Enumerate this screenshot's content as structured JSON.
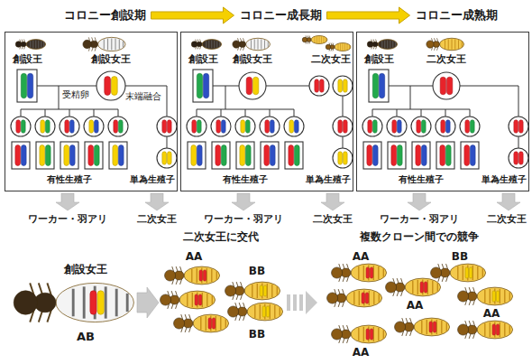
{
  "diagram": {
    "nodes": [
      {
        "text": [
          "コロニー創設期"
        ]
      },
      {
        "text": [
          "コロニー成長期"
        ]
      },
      {
        "text": [
          "コロニー成熟期"
        ]
      }
    ],
    "edges": [
      {
        "from": 0,
        "to": 1,
        "arrow": "to"
      },
      {
        "from": 1,
        "to": 2,
        "arrow": "to"
      }
    ],
    "labels": [
      "創設王",
      "創設女王",
      "受精卵",
      "末端融合",
      "有性生殖子",
      "単為生殖子",
      "ワーカー・羽アリ",
      "二次女王",
      "創設王",
      "創設女王",
      "二次女王",
      "有性生殖子",
      "単為生殖子",
      "ワーカー・羽アリ",
      "二次女王",
      "創設王",
      "二次女王",
      "有性生殖子",
      "単為生殖子",
      "ワーカー・羽アリ",
      "二次女王",
      "創設女王",
      "AB",
      "二次女王に交代",
      "AA",
      "BB",
      "BB",
      "複数クローン間での競争",
      "AA",
      "BB",
      "AA",
      "AA",
      "AA"
    ]
  }
}
